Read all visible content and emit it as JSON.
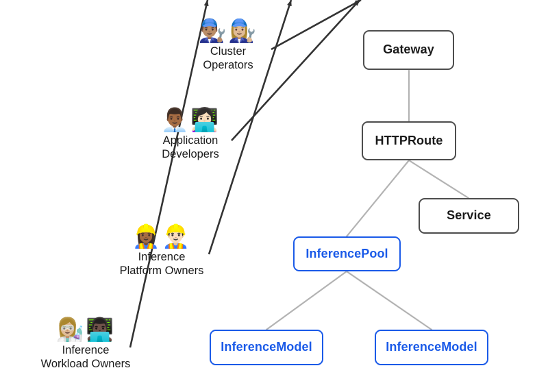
{
  "diagram": {
    "title": "Gateway API Inference Extension resource and persona diagram",
    "background": "#ffffff",
    "colors": {
      "accent": "#1a5ae8",
      "neutral_border": "#4d4d4d",
      "edge_line": "#b3b3b3",
      "arrow": "#333333",
      "text": "#1a1a1a"
    }
  },
  "actors": [
    {
      "id": "cluster-operators",
      "emoji": "👨🏽‍🔧👩🏼‍🔧",
      "emoji_names": "man-mechanic-icon, woman-mechanic-icon",
      "name": "Cluster\nOperators",
      "targets": "Gateway"
    },
    {
      "id": "application-developers",
      "emoji": "👨🏾‍💼👩🏻‍💻",
      "emoji_names": "man-office-worker-icon, woman-technologist-icon",
      "name": "Application\nDevelopers",
      "targets": "HTTPRoute"
    },
    {
      "id": "inference-platform-owners",
      "emoji": "👷🏾‍♀️👷🏻‍♂️",
      "emoji_names": "woman-construction-worker-icon, man-construction-worker-icon",
      "name": "Inference\nPlatform Owners",
      "targets": "InferencePool"
    },
    {
      "id": "inference-workload-owners",
      "emoji": "👩🏼‍🔬👨🏿‍💻",
      "emoji_names": "woman-scientist-icon, man-technologist-icon",
      "name": "Inference\nWorkload Owners",
      "targets": "InferenceModel"
    }
  ],
  "nodes": [
    {
      "id": "gateway",
      "label": "Gateway",
      "style": "neutral"
    },
    {
      "id": "httproute",
      "label": "HTTPRoute",
      "style": "neutral"
    },
    {
      "id": "service",
      "label": "Service",
      "style": "neutral"
    },
    {
      "id": "inferencepool",
      "label": "InferencePool",
      "style": "accent"
    },
    {
      "id": "inferencemodel-1",
      "label": "InferenceModel",
      "style": "accent"
    },
    {
      "id": "inferencemodel-2",
      "label": "InferenceModel",
      "style": "accent"
    }
  ],
  "edges": [
    {
      "from": "gateway",
      "to": "httproute",
      "kind": "link"
    },
    {
      "from": "httproute",
      "to": "inferencepool",
      "kind": "link"
    },
    {
      "from": "httproute",
      "to": "service",
      "kind": "link"
    },
    {
      "from": "inferencepool",
      "to": "inferencemodel-1",
      "kind": "link"
    },
    {
      "from": "inferencepool",
      "to": "inferencemodel-2",
      "kind": "link"
    },
    {
      "from": "cluster-operators",
      "to": "gateway",
      "kind": "arrow"
    },
    {
      "from": "application-developers",
      "to": "httproute",
      "kind": "arrow"
    },
    {
      "from": "inference-platform-owners",
      "to": "inferencepool",
      "kind": "arrow"
    },
    {
      "from": "inference-workload-owners",
      "to": "inferencemodel-1",
      "kind": "arrow"
    }
  ]
}
